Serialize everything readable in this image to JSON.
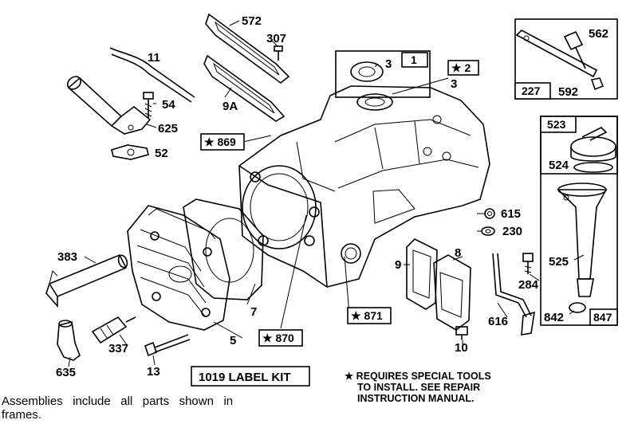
{
  "diagram": {
    "labels": {
      "p572": "572",
      "p307": "307",
      "p11": "11",
      "p54": "54",
      "p9a": "9A",
      "p625": "625",
      "p52": "52",
      "p3_top": "3",
      "p1": "1",
      "p2": "★ 2",
      "p3_side": "3",
      "p869": "★ 869",
      "p562": "562",
      "p227": "227",
      "p592": "592",
      "p523": "523",
      "p524": "524",
      "p615": "615",
      "p230": "230",
      "p9": "9",
      "p8": "8",
      "p383": "383",
      "p7": "7",
      "p871": "★ 871",
      "p525": "525",
      "p284": "284",
      "p616": "616",
      "p842": "842",
      "p847": "847",
      "p10": "10",
      "p870": "★ 870",
      "p5": "5",
      "p337": "337",
      "p13": "13",
      "p635": "635"
    },
    "label_kit": "1019 LABEL KIT",
    "special_tools_note": {
      "line1": "★ REQUIRES SPECIAL TOOLS",
      "line2": "TO INSTALL.  SEE REPAIR",
      "line3": "INSTRUCTION MANUAL."
    },
    "assemblies_note": {
      "line1": "Assemblies   include   all   parts   shown   in",
      "line2": "frames."
    }
  }
}
